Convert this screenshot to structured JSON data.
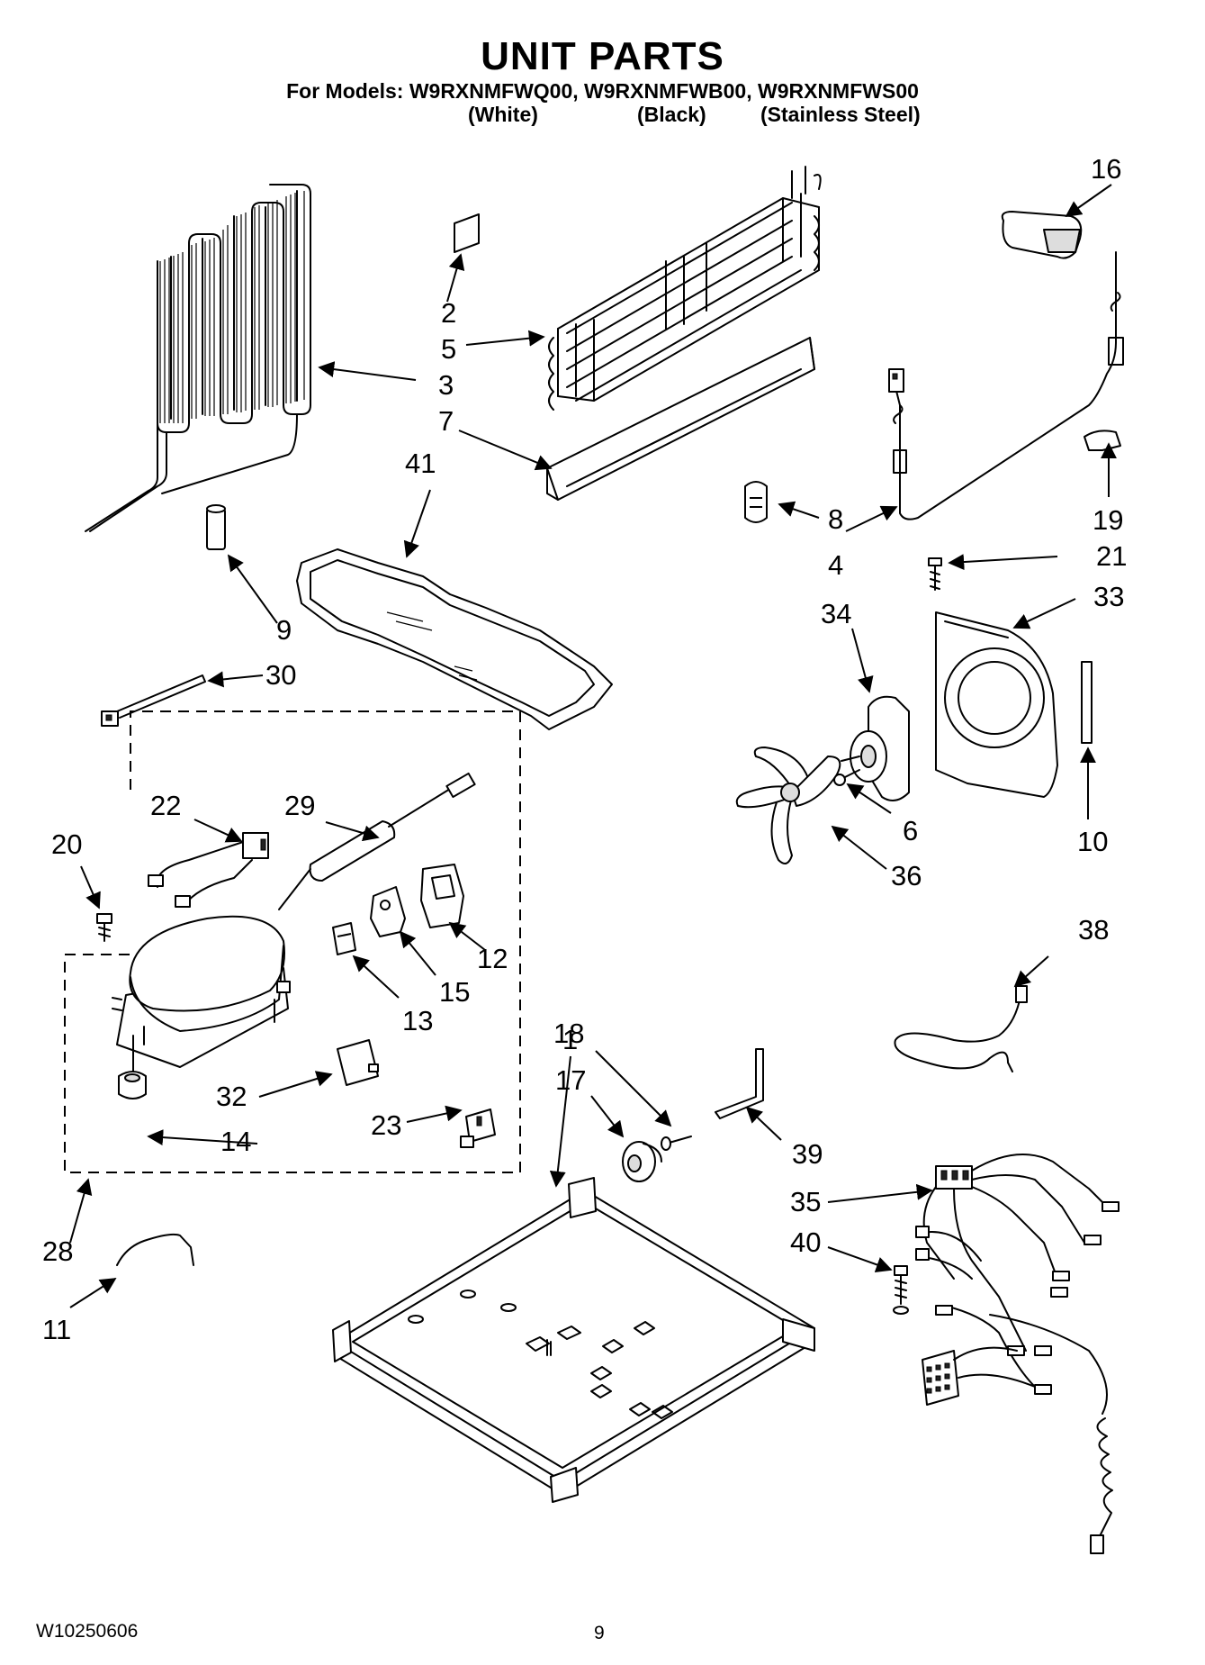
{
  "header": {
    "title": "UNIT PARTS",
    "models_line": "For Models: W9RXNMFWQ00, W9RXNMFWB00, W9RXNMFWS00",
    "variants": [
      "(White)",
      "(Black)",
      "(Stainless Steel)"
    ]
  },
  "callouts": [
    "1",
    "2",
    "3",
    "4",
    "5",
    "6",
    "7",
    "8",
    "9",
    "10",
    "11",
    "12",
    "13",
    "14",
    "15",
    "16",
    "17",
    "18",
    "19",
    "20",
    "21",
    "22",
    "23",
    "28",
    "29",
    "30",
    "32",
    "33",
    "34",
    "35",
    "36",
    "38",
    "39",
    "40",
    "41"
  ],
  "footer": {
    "doc_number": "W10250606",
    "page_number": "9"
  }
}
